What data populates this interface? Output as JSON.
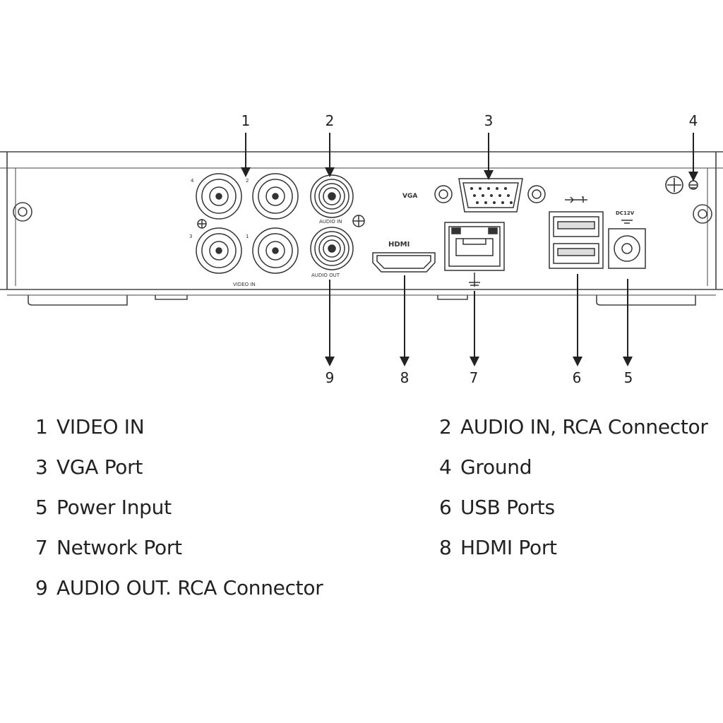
{
  "callouts": [
    "1",
    "2",
    "3",
    "4",
    "5",
    "6",
    "7",
    "8",
    "9"
  ],
  "panel_labels": {
    "vga": "VGA",
    "hdmi": "HDMI",
    "power": "DC12V",
    "video_in": "VIDEO IN",
    "audio_in": "AUDIO IN",
    "audio_out": "AUDIO OUT",
    "ch4": "4",
    "ch2": "2",
    "ch3": "3",
    "ch1": "1"
  },
  "legend": [
    {
      "num": "1",
      "text": "VIDEO IN"
    },
    {
      "num": "2",
      "text": "AUDIO IN, RCA Connector"
    },
    {
      "num": "3",
      "text": "VGA Port"
    },
    {
      "num": "4",
      "text": "Ground"
    },
    {
      "num": "5",
      "text": "Power Input"
    },
    {
      "num": "6",
      "text": "USB Ports"
    },
    {
      "num": "7",
      "text": "Network Port"
    },
    {
      "num": "8",
      "text": "HDMI Port"
    },
    {
      "num": "9",
      "text": "AUDIO OUT. RCA Connector"
    }
  ]
}
